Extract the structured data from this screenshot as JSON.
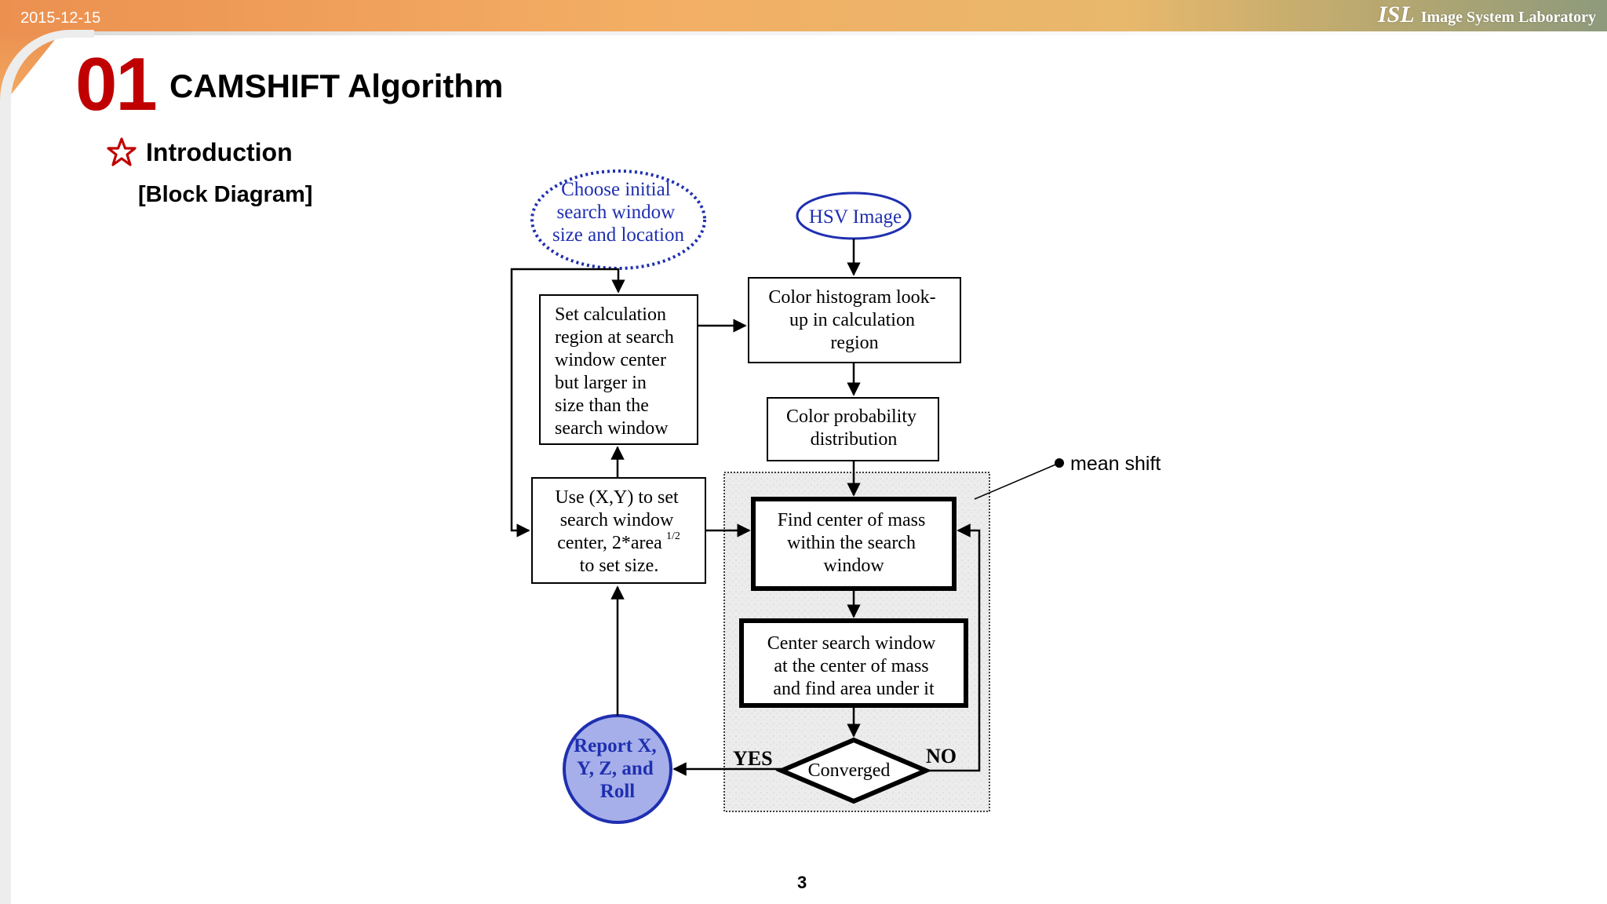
{
  "header": {
    "date": "2015-12-15",
    "logo_mark": "ISL",
    "logo_text": "Image System Laboratory"
  },
  "slide": {
    "section_number": "01",
    "title": "CAMSHIFT Algorithm",
    "intro_label": "Introduction",
    "subheading": "[Block Diagram]",
    "page_number": "3"
  },
  "diagram": {
    "nodes": {
      "choose": [
        "Choose initial",
        "search window",
        "size and location"
      ],
      "hsv": [
        "HSV Image"
      ],
      "setcalc": [
        "Set calculation",
        "region at search",
        "window center",
        "but larger in",
        "size than the",
        "search window"
      ],
      "colorhist": [
        "Color histogram look-",
        "up in calculation",
        "region"
      ],
      "colorprob": [
        "Color probability",
        "distribution"
      ],
      "usexy": [
        "Use (X,Y) to set",
        "search window",
        "center, 2*area",
        "to set size."
      ],
      "usexy_superscript": "1/2",
      "findcenter": [
        "Find center of mass",
        "within the search",
        "window"
      ],
      "centersearch": [
        "Center search window",
        "at the center of mass",
        "and find area under it"
      ],
      "converged": "Converged",
      "report": [
        "Report X,",
        "Y, Z, and",
        "Roll"
      ]
    },
    "labels": {
      "yes": "YES",
      "no": "NO",
      "mean_shift": "mean shift"
    }
  }
}
